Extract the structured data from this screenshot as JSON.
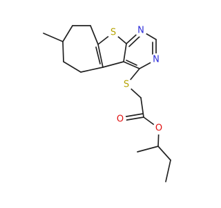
{
  "molecule": {
    "atoms": {
      "sulfur_ring": {
        "symbol": "S",
        "color": "#b5a200"
      },
      "n_top": {
        "symbol": "N",
        "color": "#2b2bd9"
      },
      "n_mid": {
        "symbol": "N",
        "color": "#2b2bd9"
      },
      "sulfur_thioether": {
        "symbol": "S",
        "color": "#b5a200"
      },
      "oxygen_carbonyl": {
        "symbol": "O",
        "color": "#e01010"
      },
      "oxygen_ester": {
        "symbol": "O",
        "color": "#e01010"
      }
    },
    "bond_color": "#222222",
    "background": "#ffffff"
  }
}
